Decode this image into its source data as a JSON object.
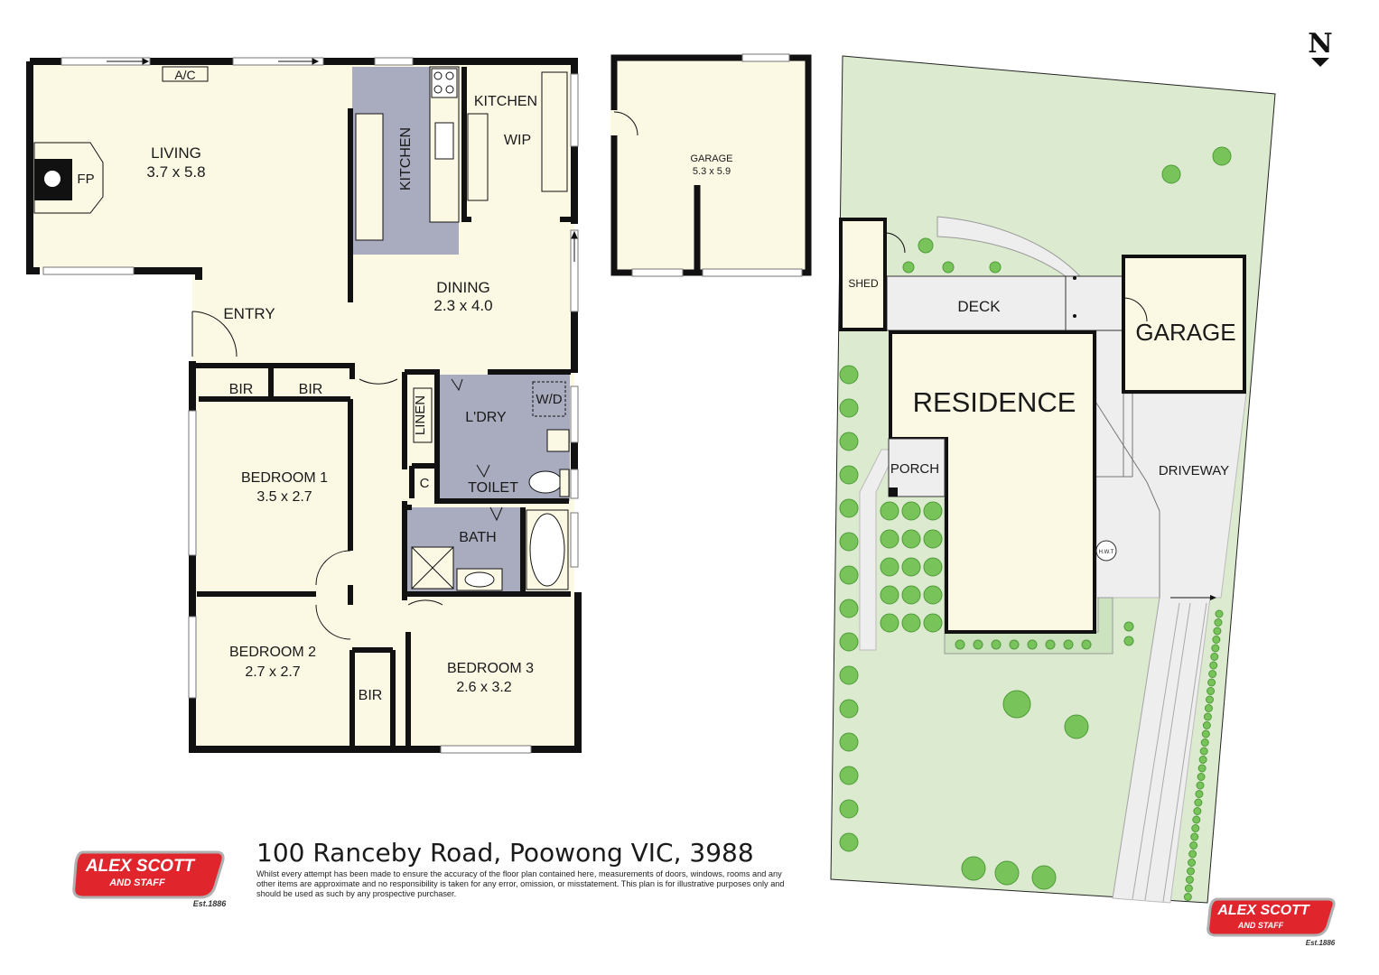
{
  "compass": {
    "label": "N"
  },
  "rooms": {
    "living": {
      "name": "LIVING",
      "size": "3.7 x 5.8"
    },
    "fireplace": "FP",
    "aircon": "A/C",
    "kitchen": "KITCHEN",
    "kitchen2": "KITCHEN",
    "wip": "WIP",
    "dining": {
      "name": "DINING",
      "size": "2.3 x 4.0"
    },
    "entry": "ENTRY",
    "bir1": "BIR",
    "bir2": "BIR",
    "bir3": "BIR",
    "linen": "LINEN",
    "laundry": "L'DRY",
    "wd": "W/D",
    "cupboard": "C",
    "toilet": "TOILET",
    "bath": "BATH",
    "bedroom1": {
      "name": "BEDROOM 1",
      "size": "3.5 x 2.7"
    },
    "bedroom2": {
      "name": "BEDROOM 2",
      "size": "2.7 x 2.7"
    },
    "bedroom3": {
      "name": "BEDROOM 3",
      "size": "2.6 x 3.2"
    },
    "garage": {
      "name": "GARAGE",
      "size": "5.3 x 5.9"
    }
  },
  "site": {
    "shed": "SHED",
    "deck": "DECK",
    "garage": "GARAGE",
    "residence": "RESIDENCE",
    "porch": "PORCH",
    "driveway": "DRIVEWAY",
    "hwt": "H.W.T"
  },
  "logo": {
    "line1": "ALEX SCOTT",
    "line2": "AND STAFF",
    "est": "Est.1886"
  },
  "address": "100 Ranceby Road, Poowong VIC, 3988",
  "disclaimer": "Whilst every attempt has been made to ensure the accuracy of the floor plan contained here, measurements of doors, windows, rooms and any other items are approximate and no responsibility is taken for any error, omission, or misstatement. This plan is for illustrative purposes only and should be used as such by any prospective purchaser.",
  "colors": {
    "wall": "#111111",
    "floor": "#fbf8e4",
    "wetarea": "#a9abbe",
    "lawn": "#dcebcf",
    "paving": "#eeeeee",
    "tree": "#78c35a",
    "brand_red": "#e0252d"
  }
}
